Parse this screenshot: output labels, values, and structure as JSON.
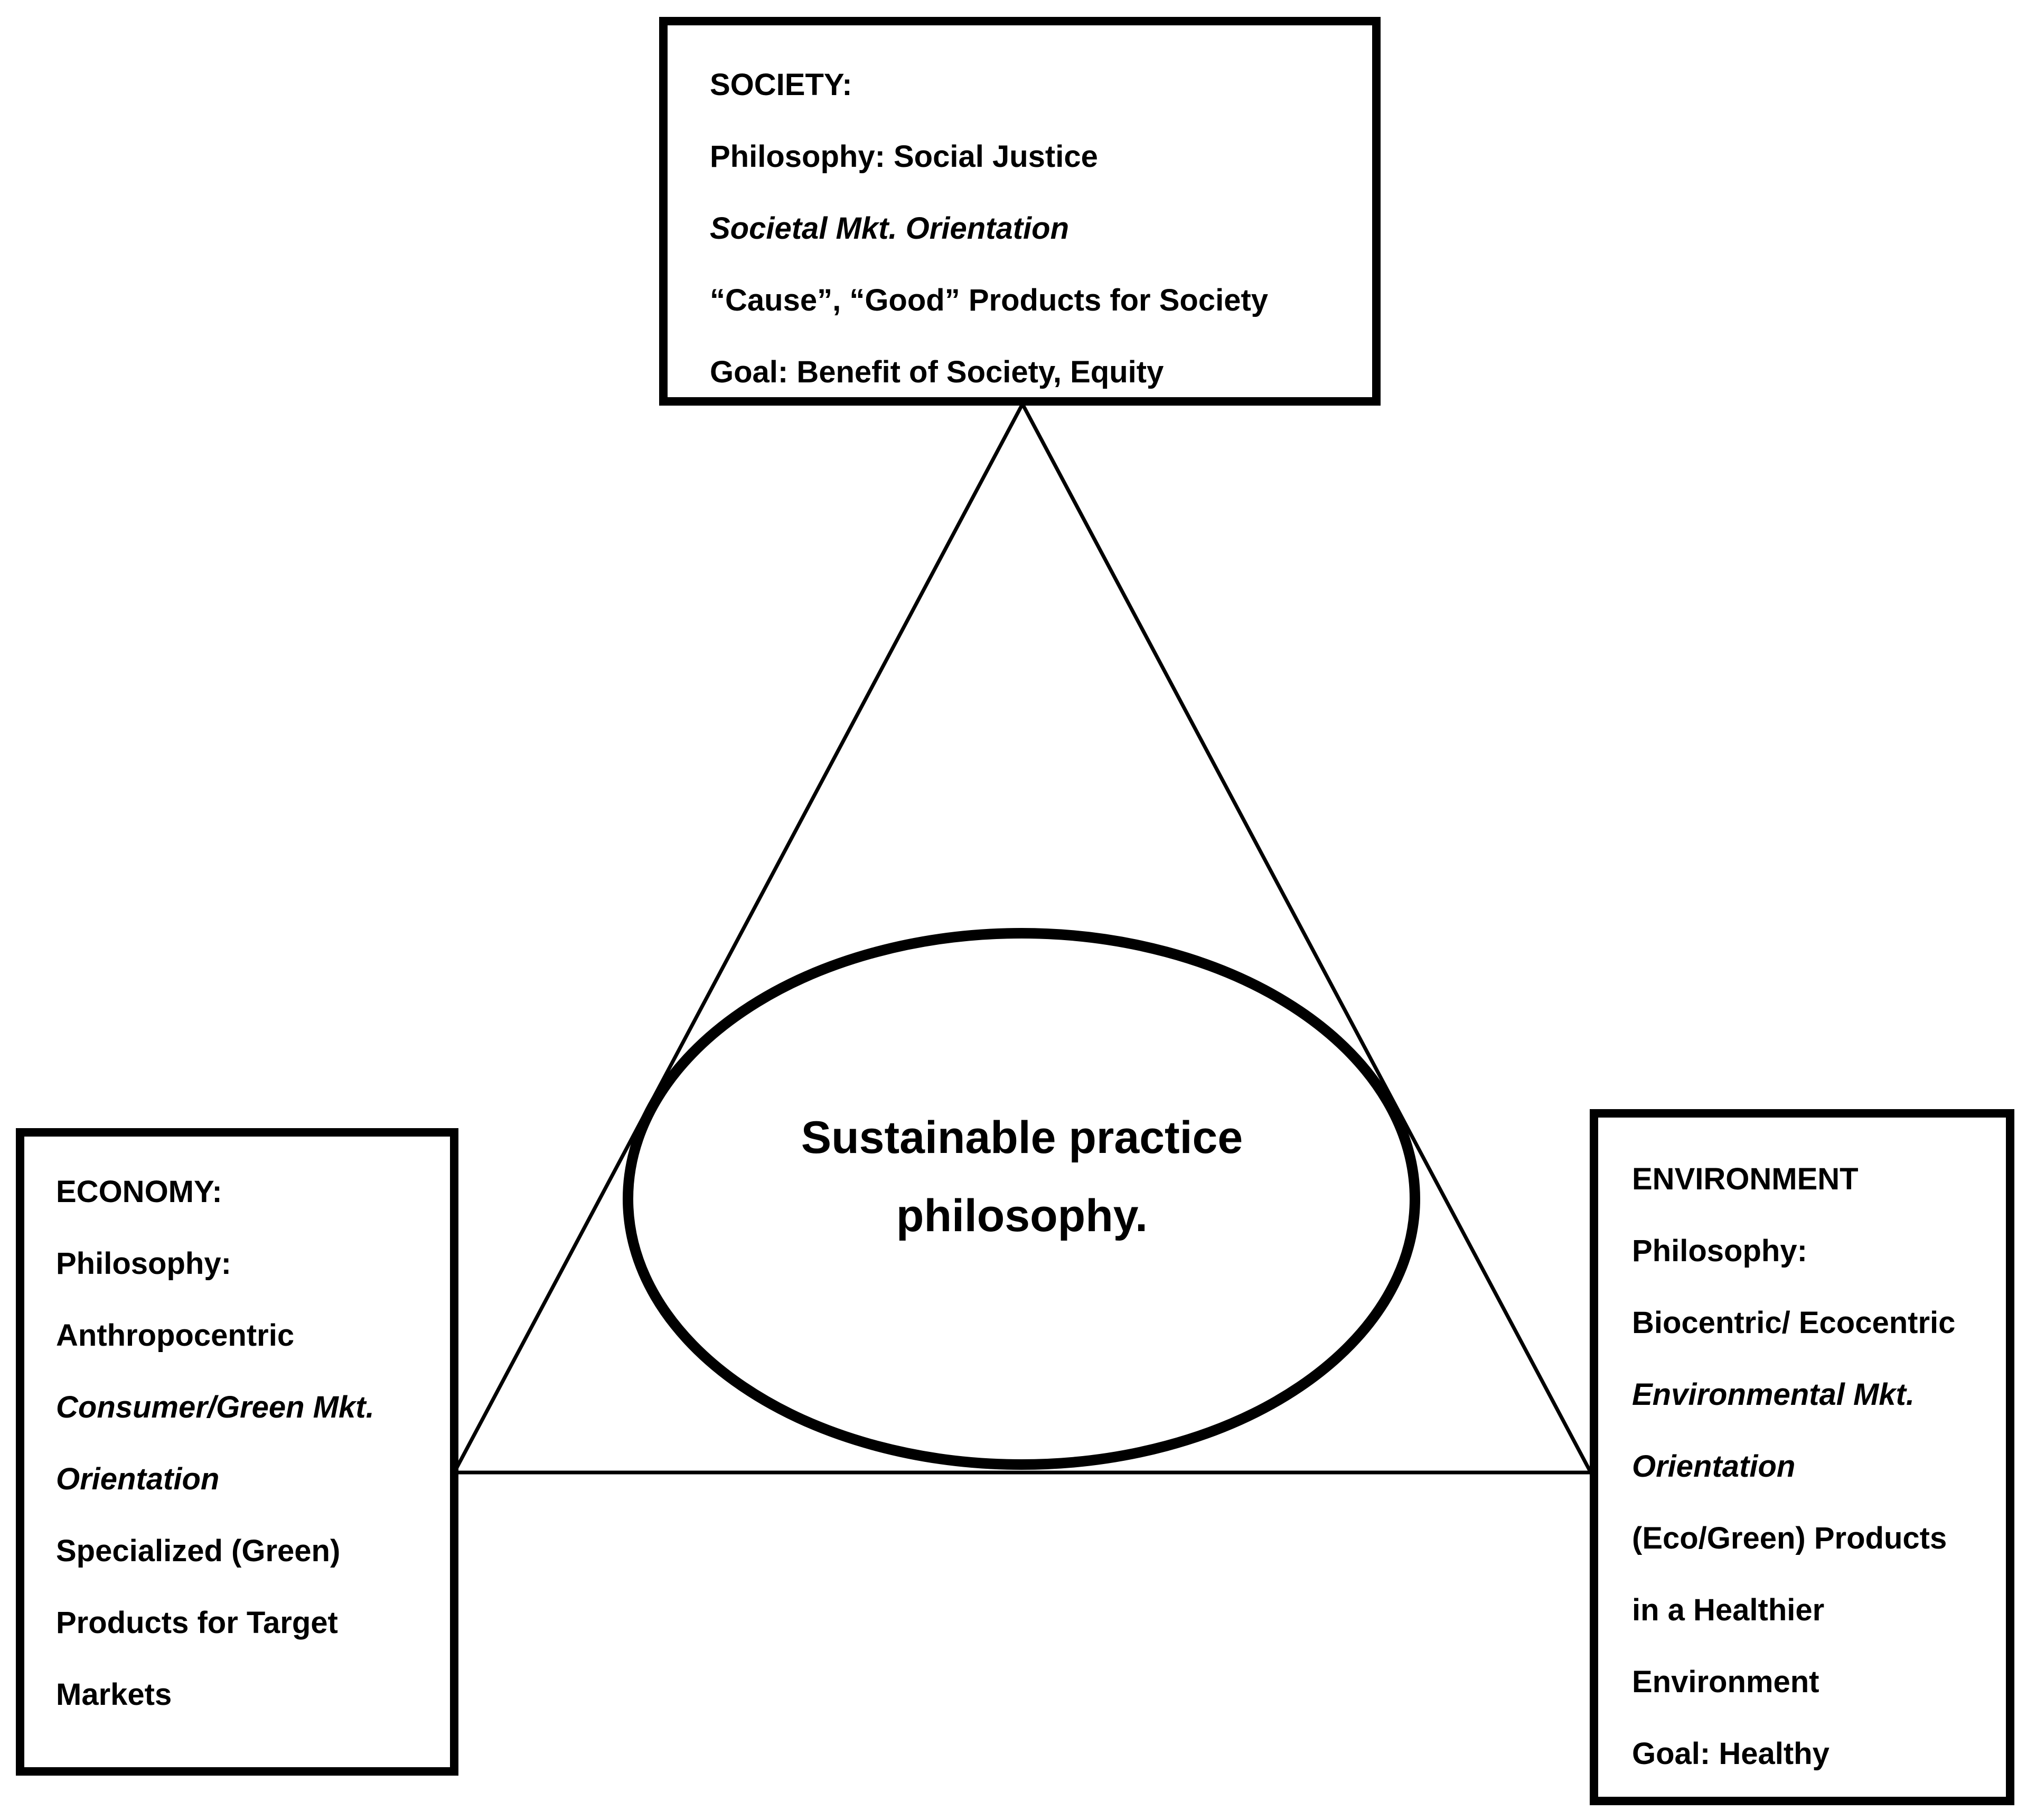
{
  "center": {
    "line1": "Sustainable practice",
    "line2": "philosophy."
  },
  "society": {
    "heading": "SOCIETY:",
    "philosophy": "Philosophy: Social Justice",
    "orientation": "Societal Mkt. Orientation",
    "products": "“Cause”, “Good” Products for Society",
    "goal": "Goal: Benefit of Society, Equity"
  },
  "economy": {
    "heading": "ECONOMY:",
    "philosophy_label": "Philosophy:",
    "philosophy_value": "Anthropocentric",
    "orientation_1": "Consumer/Green Mkt.",
    "orientation_2": "Orientation",
    "products_1": "Specialized (Green)",
    "products_2": "Products for Target",
    "products_3": "Markets"
  },
  "environment": {
    "heading": "ENVIRONMENT",
    "philosophy_label": "Philosophy:",
    "philosophy_value": "Biocentric/ Ecocentric",
    "orientation_1": "Environmental Mkt.",
    "orientation_2": "Orientation",
    "products_1": "(Eco/Green) Products",
    "products_2": "in a Healthier",
    "products_3": "Environment",
    "goal": "Goal: Healthy"
  }
}
